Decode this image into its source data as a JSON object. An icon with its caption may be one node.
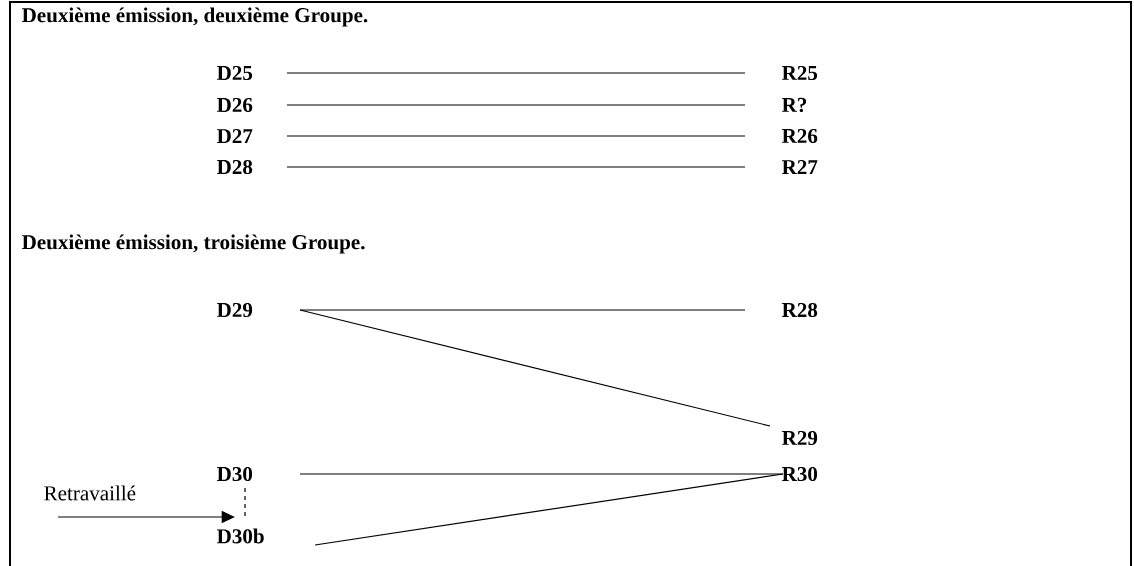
{
  "diagram": {
    "nodes": [
      {
        "text": [
          "D25"
        ]
      },
      {
        "text": [
          "R25"
        ]
      },
      {
        "text": [
          "D26"
        ]
      },
      {
        "text": [
          "R?"
        ]
      },
      {
        "text": [
          "D27"
        ]
      },
      {
        "text": [
          "R26"
        ]
      },
      {
        "text": [
          "D28"
        ]
      },
      {
        "text": [
          "R27"
        ]
      },
      {
        "text": [
          "D29"
        ]
      },
      {
        "text": [
          "R28"
        ]
      },
      {
        "text": [
          "R29"
        ]
      },
      {
        "text": [
          "D30"
        ]
      },
      {
        "text": [
          "R30"
        ]
      },
      {
        "text": [
          "D30b"
        ]
      },
      {
        "text": [
          "Retravaillé"
        ]
      }
    ],
    "edges": [
      {
        "from": 0,
        "to": 1,
        "arrow": "none"
      },
      {
        "from": 2,
        "to": 3,
        "arrow": "none"
      },
      {
        "from": 4,
        "to": 5,
        "arrow": "none"
      },
      {
        "from": 6,
        "to": 7,
        "arrow": "none"
      },
      {
        "from": 8,
        "to": 9,
        "arrow": "none"
      },
      {
        "from": 8,
        "to": 10,
        "arrow": "none"
      },
      {
        "from": 11,
        "to": 12,
        "arrow": "none"
      },
      {
        "from": 13,
        "to": 12,
        "arrow": "none"
      },
      {
        "from": 11,
        "to": 13,
        "arrow": "none",
        "style": "dashed"
      },
      {
        "from": 14,
        "to": 13,
        "arrow": "to"
      }
    ],
    "labels": [
      "Deuxième émission, deuxième Groupe.",
      "Deuxième émission, troisième Groupe."
    ]
  }
}
